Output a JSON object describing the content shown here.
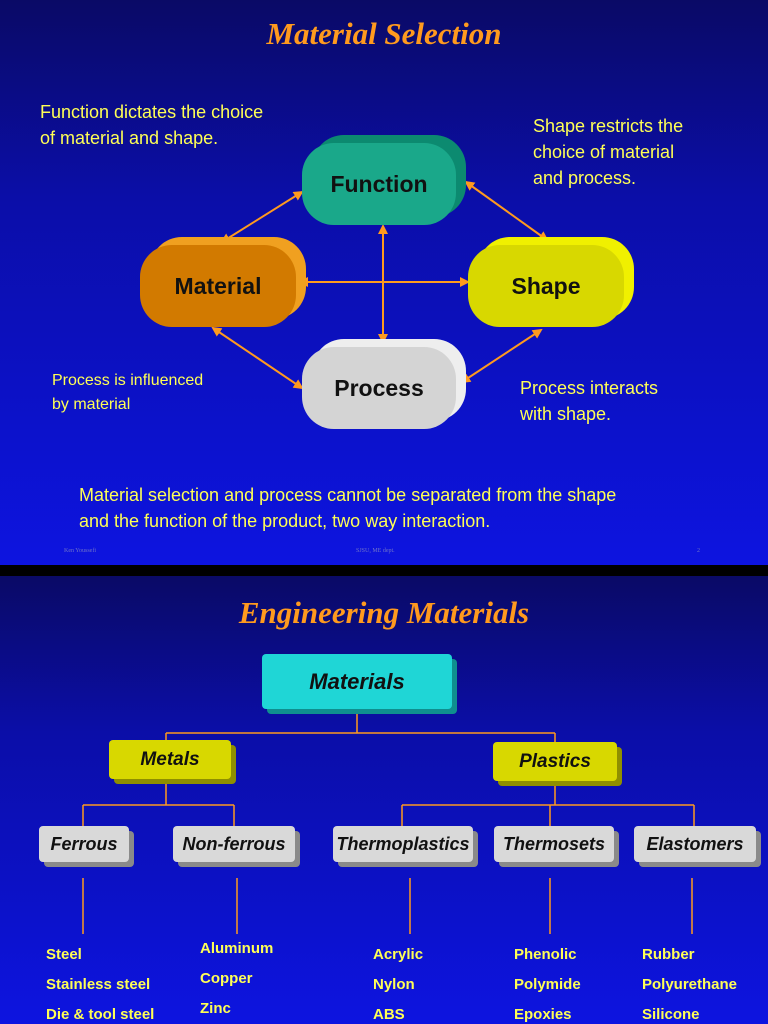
{
  "slide1": {
    "title": "Material Selection",
    "nodes": {
      "function": "Function",
      "material": "Material",
      "shape": "Shape",
      "process": "Process"
    },
    "notes": {
      "function_note": [
        "Function dictates the choice",
        "of material and shape."
      ],
      "shape_note": [
        "Shape restricts the",
        "choice of material",
        "and process."
      ],
      "material_process_note": [
        "Process is influenced",
        "by material"
      ],
      "process_shape_note": [
        "Process interacts",
        "with shape."
      ],
      "summary": [
        "Material selection and process cannot be separated from the shape",
        "and the function of the product, two way interaction."
      ]
    },
    "footer": {
      "left": "Ken Youssefi",
      "center": "SJSU, ME dept.",
      "right": "2"
    },
    "colors": {
      "function": "#1aa88a",
      "material": "#d27a00",
      "shape": "#d8d800",
      "process": "#d4d4d4",
      "arrow": "#ff9a1e",
      "note": "#ffff55"
    }
  },
  "slide2": {
    "title": "Engineering Materials",
    "root": "Materials",
    "level1": [
      "Metals",
      "Plastics"
    ],
    "level2": [
      "Ferrous",
      "Non-ferrous",
      "Thermoplastics",
      "Thermosets",
      "Elastomers"
    ],
    "examples": [
      [
        "Steel",
        "Stainless steel",
        "Die & tool steel"
      ],
      [
        "Aluminum",
        "Copper",
        "Zinc"
      ],
      [
        "Acrylic",
        "Nylon",
        "ABS"
      ],
      [
        "Phenolic",
        "Polymide",
        "Epoxies"
      ],
      [
        "Rubber",
        "Polyurethane",
        "Silicone"
      ]
    ],
    "colors": {
      "root": "#1fd6d6",
      "level1": "#d8d800",
      "level2": "#d9d9d9",
      "line": "#ff9a1e"
    }
  }
}
